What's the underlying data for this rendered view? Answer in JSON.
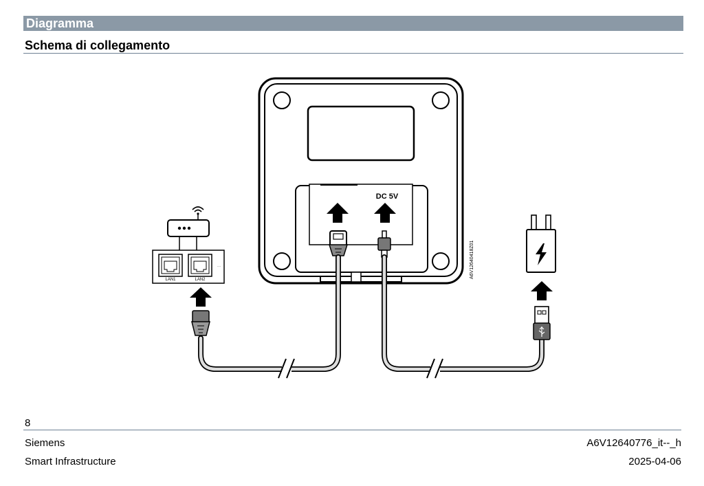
{
  "section": {
    "title": "Diagramma"
  },
  "subsection": {
    "title": "Schema di collegamento"
  },
  "diagram": {
    "power_label": "DC 5V",
    "router_ports": [
      "LAN1",
      "LAN2"
    ],
    "figure_id": "A6V12640418Z01",
    "icons": [
      "wifi-icon",
      "router-icon",
      "rj45-plug-icon",
      "usb-c-plug-icon",
      "power-adapter-icon",
      "usb-a-plug-icon",
      "arrow-up-icon"
    ]
  },
  "page": {
    "number": "8"
  },
  "footer": {
    "company": "Siemens",
    "division": "Smart Infrastructure",
    "doc_id": "A6V12640776_it--_h",
    "date": "2025-04-06"
  }
}
